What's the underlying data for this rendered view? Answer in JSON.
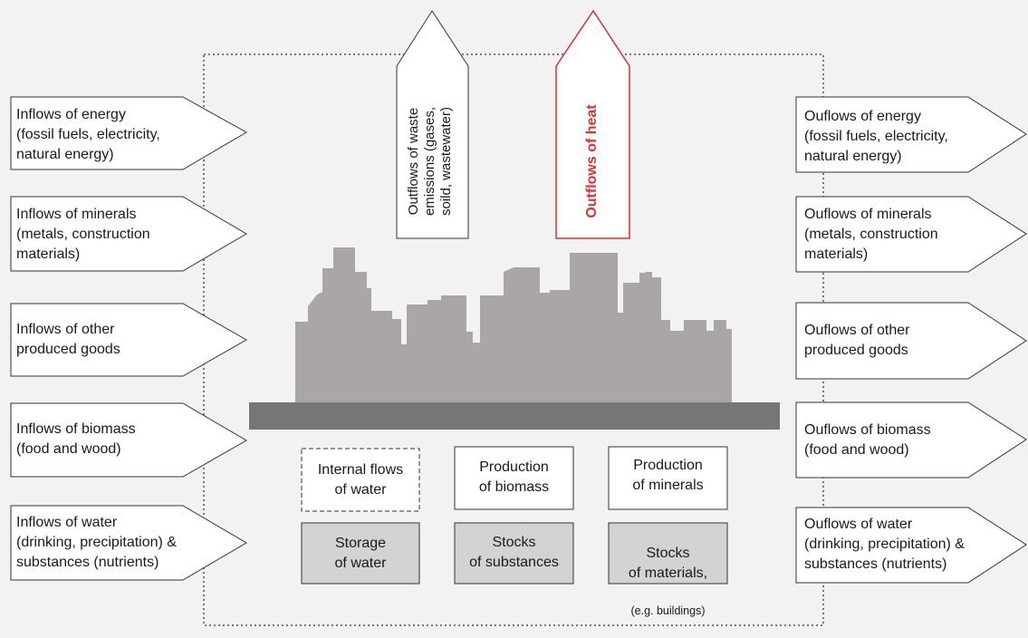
{
  "colors": {
    "background": "#f2f2f2",
    "boundary_line": "#777777",
    "city_silhouette": "#aaa6a6",
    "ground_bar": "#767676",
    "stock_box_fill": "#d4d2d2",
    "heat_highlight": "#e03030"
  },
  "inflows": [
    {
      "label": "Inflows of energy\n(fossil fuels, electricity,\nnatural energy)"
    },
    {
      "label": "Inflows of minerals\n(metals, construction\n materials)"
    },
    {
      "label": "Inflows of other\nproduced goods"
    },
    {
      "label": "Inflows of biomass\n(food and wood)"
    },
    {
      "label": "Inflows of water\n(drinking, precipitation) &\nsubstances (nutrients)"
    }
  ],
  "outflows": [
    {
      "label": "Ouflows of energy\n(fossil fuels, electricity,\nnatural energy)"
    },
    {
      "label": "Ouflows of minerals\n(metals, construction\n materials)"
    },
    {
      "label": "Ouflows of other\nproduced goods"
    },
    {
      "label": "Ouflows of biomass\n(food and wood)"
    },
    {
      "label": "Ouflows of water\n(drinking, precipitation) &\nsubstances (nutrients)"
    }
  ],
  "upward_outflows": {
    "waste": "Outflows of waste\nemissions (gases,\nsoild, wastewater)",
    "heat": "Outflows of heat"
  },
  "internal_flows": [
    {
      "label": "Internal flows\nof water"
    },
    {
      "label": "Production\nof biomass"
    },
    {
      "label": "Production\nof minerals"
    }
  ],
  "stocks": [
    {
      "label": "Storage\nof water"
    },
    {
      "label": "Stocks\nof substances"
    },
    {
      "label": "Stocks\nof materials,",
      "note": "(e.g. buildings)"
    }
  ]
}
